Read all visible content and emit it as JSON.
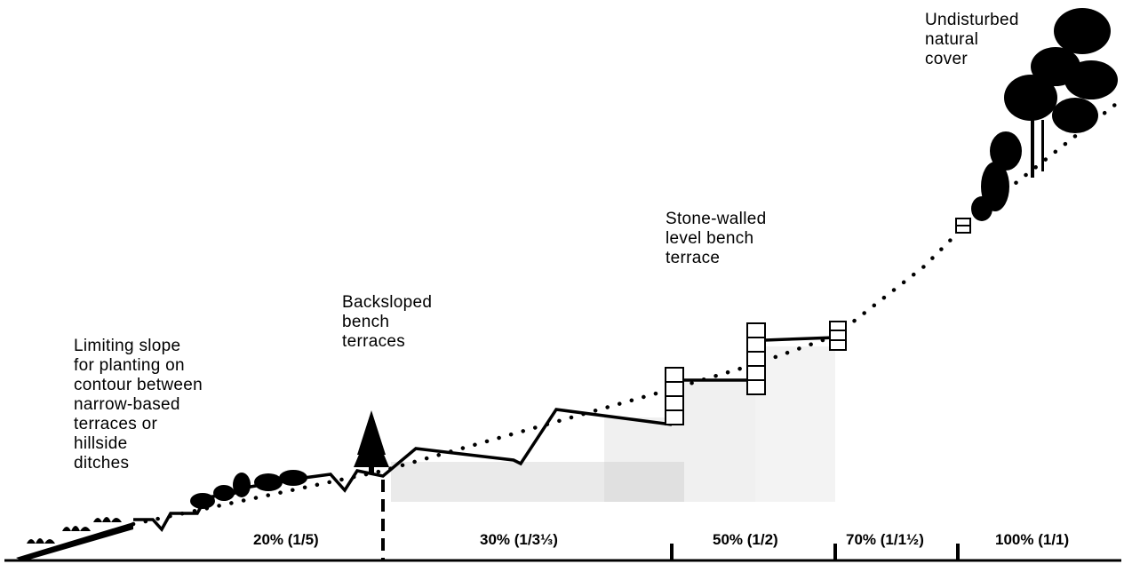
{
  "annotations": {
    "limiting_slope": "Limiting slope\nfor planting on\ncontour between\nnarrow-based\nterraces  or\nhillside\nditches",
    "backsloped": "Backsloped\nbench\nterraces",
    "stone_walled": "Stone-walled\nlevel bench\nterrace",
    "undisturbed": "Undisturbed\nnatural\ncover"
  },
  "slope_labels": [
    "20% (1/5)",
    "30% (1/3⅓)",
    "50% (1/2)",
    "70% (1/1½)",
    "100% (1/1)"
  ],
  "colors": {
    "ink": "#000000",
    "stipple": "#b8b8b8"
  }
}
